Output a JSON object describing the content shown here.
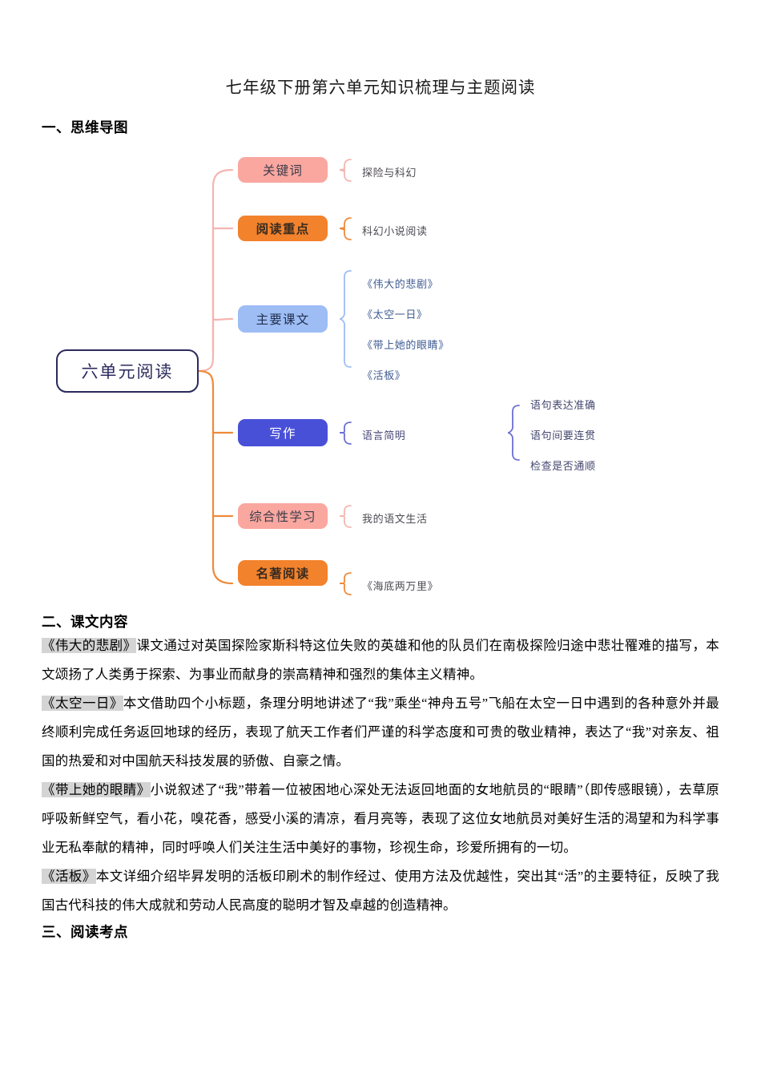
{
  "document": {
    "title": "七年级下册第六单元知识梳理与主题阅读"
  },
  "sections": {
    "one": "一、思维导图",
    "two": "二、课文内容",
    "three": "三、阅读考点"
  },
  "mindmap": {
    "root": "六单元阅读",
    "colors": {
      "root_border": "#2b2a5e",
      "pink": "#f9a79f",
      "orange": "#f2822c",
      "light_blue": "#9dbdf4",
      "indigo": "#4950d8",
      "trunk_pink": "#f4b5b0",
      "trunk_orange": "#ee8a3a"
    },
    "branches": [
      {
        "label": "关键词",
        "color": "pink",
        "leaves": [
          "探险与科幻"
        ]
      },
      {
        "label": "阅读重点",
        "color": "orange",
        "leaves": [
          "科幻小说阅读"
        ]
      },
      {
        "label": "主要课文",
        "color": "light_blue",
        "leaves": [
          "《伟大的悲剧》",
          "《太空一日》",
          "《带上她的眼睛》",
          "《活板》"
        ]
      },
      {
        "label": "写作",
        "color": "indigo",
        "leaves": [
          "语言简明"
        ],
        "sub_leaves": [
          "语句表达准确",
          "语句间要连贯",
          "检查是否通顺"
        ]
      },
      {
        "label": "综合性学习",
        "color": "pink",
        "leaves": [
          "我的语文生活"
        ]
      },
      {
        "label": "名著阅读",
        "color": "orange",
        "leaves": [
          "《海底两万里》"
        ]
      }
    ]
  },
  "lesson_content": [
    {
      "title": "《伟大的悲剧》",
      "text": "课文通过对英国探险家斯科特这位失败的英雄和他的队员们在南极探险归途中悲壮罹难的描写，本文颂扬了人类勇于探索、为事业而献身的崇高精神和强烈的集体主义精神。"
    },
    {
      "title": "《太空一日》",
      "text": "本文借助四个小标题，条理分明地讲述了“我”乘坐“神舟五号”飞船在太空一日中遇到的各种意外并最终顺利完成任务返回地球的经历，表现了航天工作者们严谨的科学态度和可贵的敬业精神，表达了“我”对亲友、祖国的热爱和对中国航天科技发展的骄傲、自豪之情。"
    },
    {
      "title": "《带上她的眼睛》",
      "text": "小说叙述了“我”带着一位被困地心深处无法返回地面的女地航员的“眼睛”（即传感眼镜），去草原呼吸新鲜空气，看小花，嗅花香，感受小溪的清凉，看月亮等，表现了这位女地航员对美好生活的渴望和为科学事业无私奉献的精神，同时呼唤人们关注生活中美好的事物，珍视生命，珍爱所拥有的一切。"
    },
    {
      "title": "《活板》",
      "text": "本文详细介绍毕昇发明的活板印刷术的制作经过、使用方法及优越性，突出其“活”的主要特征，反映了我国古代科技的伟大成就和劳动人民高度的聪明才智及卓越的创造精神。"
    }
  ]
}
